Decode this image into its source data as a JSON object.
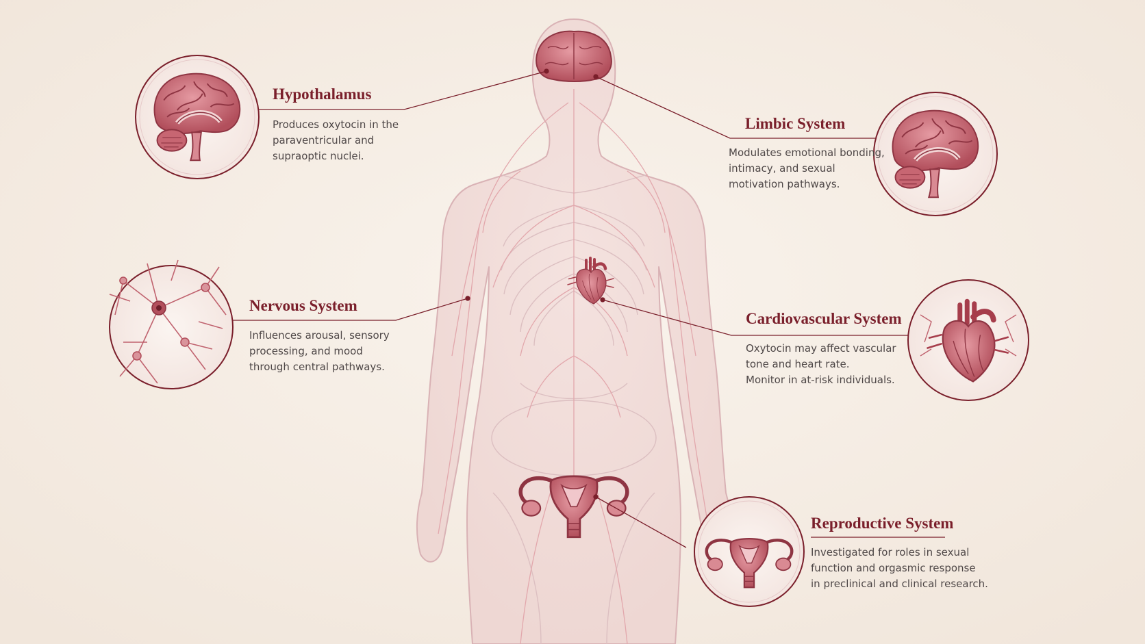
{
  "colors": {
    "background": "#f5ede4",
    "accent": "#7a1f2b",
    "body_stroke": "#d9b2b5",
    "organ_fill": "#c9707a",
    "text": "#4e4747"
  },
  "callouts": {
    "hypothalamus": {
      "title": "Hypothalamus",
      "lines": [
        "Produces oxytocin in the",
        "paraventricular and",
        "supraoptic nuclei."
      ],
      "icon": "brain-sagittal-icon"
    },
    "limbic": {
      "title": "Limbic System",
      "lines": [
        "Modulates emotional bonding,",
        "intimacy, and sexual",
        "motivation pathways."
      ],
      "icon": "brain-sagittal-icon"
    },
    "nervous": {
      "title": "Nervous System",
      "lines": [
        "Influences arousal, sensory",
        "processing, and mood",
        "through central pathways."
      ],
      "icon": "neuron-network-icon"
    },
    "cardio": {
      "title": "Cardiovascular System",
      "lines": [
        "Oxytocin may affect vascular",
        "tone and heart rate.",
        "Monitor in at-risk individuals."
      ],
      "icon": "heart-icon"
    },
    "repro": {
      "title": "Reproductive System",
      "lines": [
        "Investigated for roles in sexual",
        "function and orgasmic response",
        "in preclinical and clinical research."
      ],
      "icon": "uterus-icon"
    }
  }
}
